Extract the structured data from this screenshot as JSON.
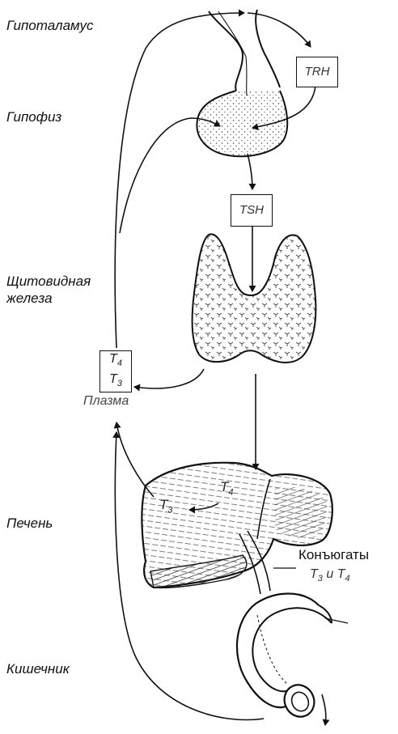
{
  "organs": {
    "hypothalamus": "Гипоталамус",
    "pituitary": "Гипофиз",
    "thyroid": "Щитовидная\nжелеза",
    "liver": "Печень",
    "intestine": "Кишечник"
  },
  "hormones": {
    "trh": "TRH",
    "tsh": "TSH",
    "t4_base": "T",
    "t4_sub": "4",
    "t3_base": "T",
    "t3_sub": "3"
  },
  "plasma": "Плазма",
  "conjugates": {
    "title": "Конъюгаты",
    "sub_prefix": "T",
    "sub_a": "3",
    "sub_mid": " и T",
    "sub_b": "4"
  }
}
